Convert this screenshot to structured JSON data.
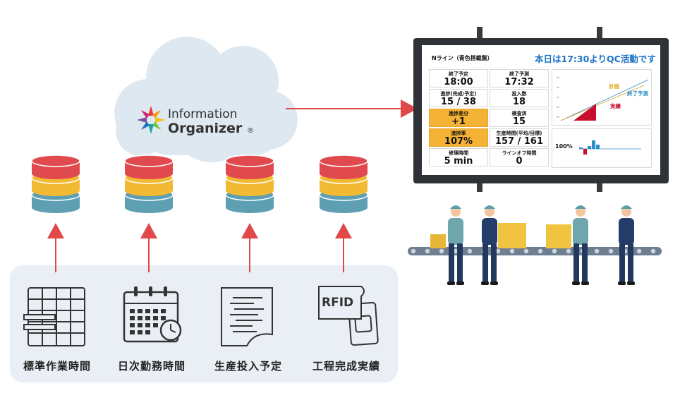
{
  "logo": {
    "line1": "Information",
    "line2": "Organizer",
    "mark": "®"
  },
  "sources": [
    {
      "label": "標準作業時間",
      "icon": "spreadsheet-icon"
    },
    {
      "label": "日次勤務時間",
      "icon": "calendar-clock-icon"
    },
    {
      "label": "生産投入予定",
      "icon": "document-icon"
    },
    {
      "label": "工程完成実績",
      "icon": "rfid-tag-icon"
    }
  ],
  "dashboard": {
    "title": "Nライン（青色搭載盤）",
    "notice": "本日は17:30よりQC活動です",
    "cells": [
      {
        "label": "終了予定",
        "value": "18:00",
        "highlight": false
      },
      {
        "label": "終了予測",
        "value": "17:32",
        "highlight": false
      },
      {
        "label": "進捗(完成/予定)",
        "value": "15 / 38",
        "highlight": false
      },
      {
        "label": "投入数",
        "value": "18",
        "highlight": false
      },
      {
        "label": "進捗差分",
        "value": "+1",
        "highlight": true
      },
      {
        "label": "検査済",
        "value": "15",
        "highlight": false
      },
      {
        "label": "進捗率",
        "value": "107%",
        "highlight": true
      },
      {
        "label": "生産時間(平均/目標)",
        "value": "157 / 161",
        "highlight": false
      },
      {
        "label": "修理時間",
        "value": "5 min",
        "highlight": false
      },
      {
        "label": "ラインオフ時間",
        "value": "0",
        "highlight": false
      }
    ],
    "chart_labels": {
      "plan": "計画",
      "forecast": "終了予測",
      "actual": "実績",
      "percent": "100%"
    },
    "colors": {
      "plan": "#e8a21c",
      "forecast": "#2a8fc4",
      "actual": "#c8102e",
      "bar_pos": "#2a8fc4",
      "bar_neg": "#c8102e"
    }
  },
  "colors": {
    "arrow": "#e0484a",
    "cloud": "#dde8f1",
    "panel": "#e9eff4",
    "db_red": "#e04a4f",
    "db_yellow": "#f2b932",
    "db_blue": "#5e9fb4"
  }
}
